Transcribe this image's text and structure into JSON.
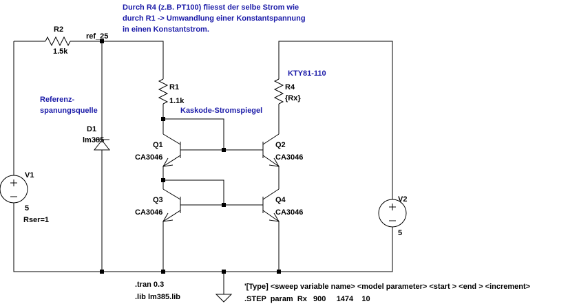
{
  "notes": {
    "line1": "Durch R4 (z.B. PT100) fliesst der selbe Strom wie",
    "line2": "durch R1 -> Umwandlung einer Konstantspannung",
    "line3": "in einen Konstantstrom.",
    "referenz1": "Referenz-",
    "referenz2": "spanungsquelle",
    "kaskode": "Kaskode-Stromspiegel",
    "kty": "KTY81-110"
  },
  "net": {
    "ref": "ref_25"
  },
  "components": {
    "r2": {
      "name": "R2",
      "value": "1.5k"
    },
    "r1": {
      "name": "R1",
      "value": "1.1k"
    },
    "r4": {
      "name": "R4",
      "value": "{Rx}"
    },
    "d1": {
      "name": "D1",
      "value": "lm385"
    },
    "v1": {
      "name": "V1",
      "value": "5",
      "extra": "Rser=1"
    },
    "v2": {
      "name": "V2",
      "value": "5"
    },
    "q1": {
      "name": "Q1",
      "model": "CA3046"
    },
    "q2": {
      "name": "Q2",
      "model": "CA3046"
    },
    "q3": {
      "name": "Q3",
      "model": "CA3046"
    },
    "q4": {
      "name": "Q4",
      "model": "CA3046"
    }
  },
  "directives": {
    "tran": ".tran 0.3",
    "lib": ".lib lm385.lib",
    "step_comment": "'[Type] <sweep variable name> <model parameter> <start > <end > <increment>",
    "step": ".STEP  param  Rx   900     1474    10"
  },
  "colors": {
    "wire": "#000000",
    "annotation": "#1a1aa8",
    "background": "#ffffff"
  }
}
